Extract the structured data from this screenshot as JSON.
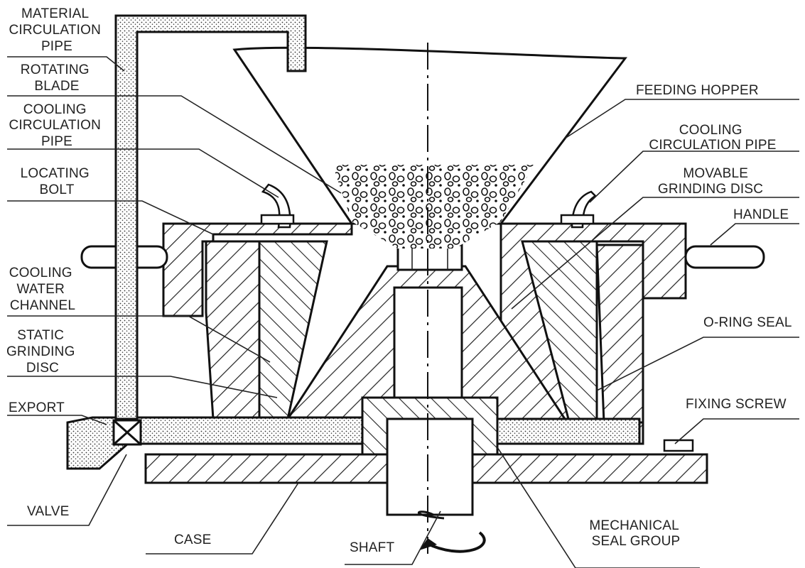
{
  "labels": {
    "material_circulation_pipe": [
      "MATERIAL",
      "CIRCULATION",
      "PIPE"
    ],
    "rotating_blade": [
      "ROTATING",
      "BLADE"
    ],
    "cooling_circulation_pipe_left": [
      "COOLING",
      "CIRCULATION",
      "PIPE"
    ],
    "locating_bolt": [
      "LOCATING",
      "BOLT"
    ],
    "cooling_water_channel": [
      "COOLING",
      "WATER",
      "CHANNEL"
    ],
    "static_grinding_disc": [
      "STATIC",
      "GRINDING",
      "DISC"
    ],
    "export": "EXPORT",
    "valve": "VALVE",
    "case": "CASE",
    "shaft": "SHAFT",
    "mechanical_seal_group": [
      "MECHANICAL",
      "SEAL GROUP"
    ],
    "fixing_screw": "FIXING SCREW",
    "o_ring_seal": "O-RING SEAL",
    "handle": "HANDLE",
    "movable_grinding_disc": [
      "MOVABLE",
      "GRINDING DISC"
    ],
    "cooling_circulation_pipe_right": [
      "COOLING",
      "CIRCULATION PIPE"
    ],
    "feeding_hopper": "FEEDING HOPPER"
  },
  "colors": {
    "ink": "#111111",
    "paper": "#ffffff"
  }
}
